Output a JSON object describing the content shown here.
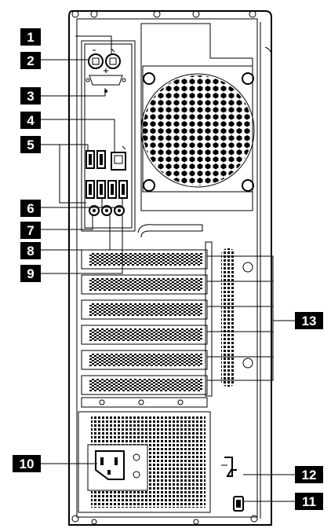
{
  "callouts": [
    {
      "id": "1",
      "label": "1"
    },
    {
      "id": "2",
      "label": "2"
    },
    {
      "id": "3",
      "label": "3"
    },
    {
      "id": "4",
      "label": "4"
    },
    {
      "id": "5",
      "label": "5"
    },
    {
      "id": "6",
      "label": "6"
    },
    {
      "id": "7",
      "label": "7"
    },
    {
      "id": "8",
      "label": "8"
    },
    {
      "id": "9",
      "label": "9"
    },
    {
      "id": "10",
      "label": "10"
    },
    {
      "id": "11",
      "label": "11"
    },
    {
      "id": "12",
      "label": "12"
    },
    {
      "id": "13",
      "label": "13"
    }
  ],
  "colors": {
    "line": "#000000",
    "background": "#ffffff",
    "callout_fill": "#000000",
    "callout_text": "#ffffff"
  }
}
